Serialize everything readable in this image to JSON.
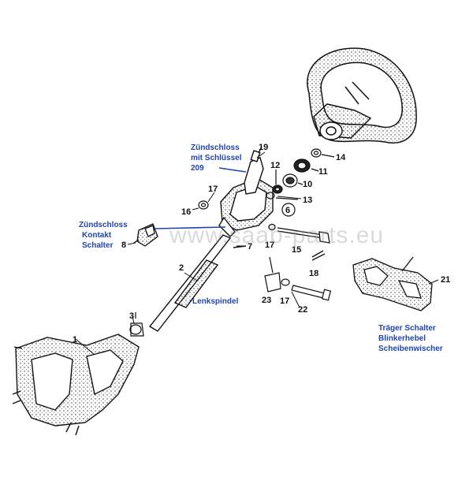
{
  "labels": {
    "ignition_lock_key": [
      "Zündschloss",
      "mit Schlüssel",
      "209"
    ],
    "ignition_contact": [
      "Zündschloss",
      "Kontakt",
      "Schalter"
    ],
    "steering_spindle": "Lenkspindel",
    "switch_carrier": [
      "Träger Schalter",
      "Blinkerhebel",
      "Scheibenwischer"
    ]
  },
  "watermark": "www.saab-parts.eu",
  "part_numbers": {
    "p1": "1",
    "p2": "2",
    "p3": "3",
    "p6": "6",
    "p7": "7",
    "p8": "8",
    "p10": "10",
    "p11": "11",
    "p12": "12",
    "p13": "13",
    "p14": "14",
    "p15": "15",
    "p16": "16",
    "p17a": "17",
    "p17b": "17",
    "p17c": "17",
    "p18": "18",
    "p19": "19",
    "p21": "21",
    "p22": "22",
    "p23": "23"
  },
  "colors": {
    "callout_text": "#2244aa",
    "line_art": "#111111",
    "watermark": "#969696"
  }
}
